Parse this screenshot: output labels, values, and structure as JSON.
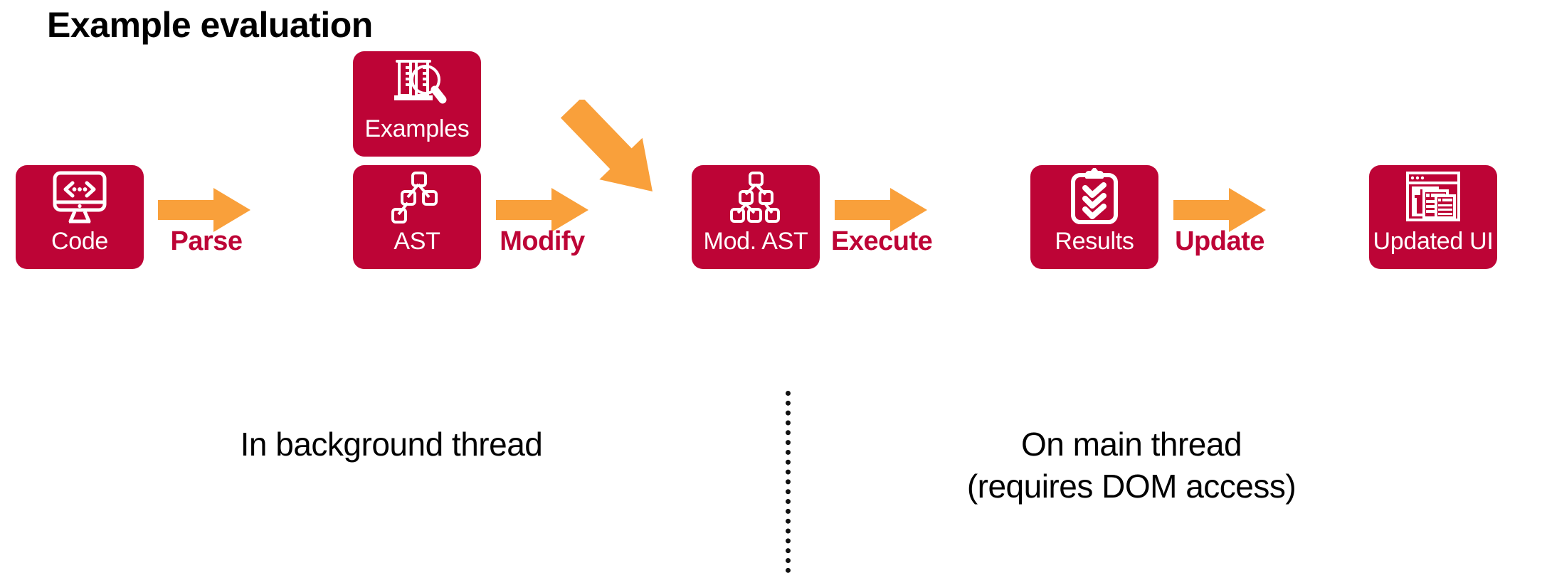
{
  "title": "Example evaluation",
  "colors": {
    "card_crimson": "#BD0436",
    "arrow_orange": "#F9A03B",
    "label_crimson": "#BD0436",
    "text_black": "#000000",
    "icon_white": "#FFFFFF",
    "background": "#FFFFFF"
  },
  "pipeline": {
    "nodes": [
      {
        "id": "code",
        "label": "Code",
        "icon": "monitor-code-icon"
      },
      {
        "id": "examples",
        "label": "Examples",
        "icon": "test-tubes-magnifier-icon"
      },
      {
        "id": "ast",
        "label": "AST",
        "icon": "tree-small-icon"
      },
      {
        "id": "mod-ast",
        "label": "Mod. AST",
        "icon": "tree-full-icon"
      },
      {
        "id": "results",
        "label": "Results",
        "icon": "clipboard-checklist-icon"
      },
      {
        "id": "updated-ui",
        "label": "Updated UI",
        "icon": "browser-window-icon"
      }
    ],
    "arrows": [
      {
        "id": "parse",
        "label": "Parse",
        "from": "code",
        "to": "ast",
        "direction": "right"
      },
      {
        "id": "modify",
        "label": "Modify",
        "from": "ast",
        "to": "mod-ast",
        "direction": "right"
      },
      {
        "id": "execute",
        "label": "Execute",
        "from": "mod-ast",
        "to": "results",
        "direction": "right"
      },
      {
        "id": "update",
        "label": "Update",
        "from": "results",
        "to": "updated-ui",
        "direction": "right"
      },
      {
        "id": "inject",
        "label": "",
        "from": "examples",
        "to": "mod-ast",
        "direction": "down-right"
      }
    ]
  },
  "annotations": {
    "background_thread": "In background thread",
    "main_thread_line1": "On main thread",
    "main_thread_line2": "(requires DOM access)",
    "divider": "dotted-vertical-divider"
  }
}
